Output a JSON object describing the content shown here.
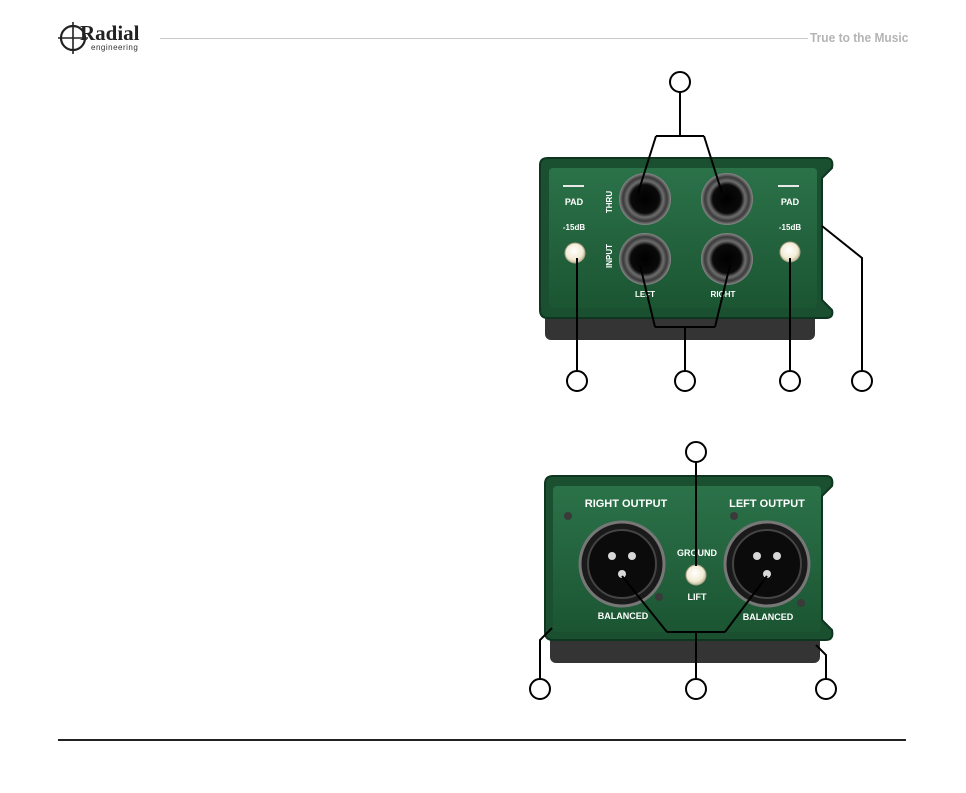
{
  "header": {
    "brand_name": "Radial",
    "brand_sub": "engineering",
    "tagline": "True to the Music"
  },
  "top_panel": {
    "left_pad_title": "PAD",
    "left_pad_value": "-15dB",
    "right_pad_title": "PAD",
    "right_pad_value": "-15dB",
    "thru_label": "THRU",
    "input_label": "INPUT",
    "left_label": "LEFT",
    "right_label": "RIGHT"
  },
  "bottom_panel": {
    "right_output_label": "RIGHT OUTPUT",
    "left_output_label": "LEFT OUTPUT",
    "ground_label": "GROUND",
    "lift_label": "LIFT",
    "balanced_left": "BALANCED",
    "balanced_right": "BALANCED"
  },
  "colors": {
    "panel_green": "#1f5f3a",
    "panel_dark": "#123d24",
    "callout_stroke": "#000000",
    "tagline_gray": "#b4b4b4"
  }
}
